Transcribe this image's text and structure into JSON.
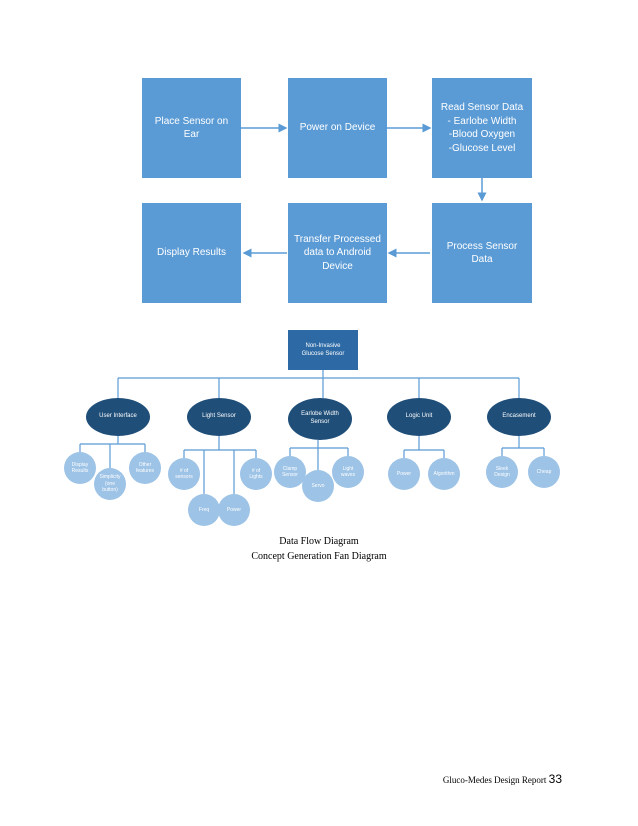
{
  "flow": {
    "place_sensor": "Place Sensor on Ear",
    "power_on": "Power on Device",
    "read_sensor": "Read Sensor Data\n- Earlobe Width\n-Blood Oxygen\n-Glucose Level",
    "display_results": "Display Results",
    "transfer": "Transfer Processed\ndata to Android\nDevice",
    "process": "Process Sensor Data"
  },
  "fan": {
    "root": "Non-Invasive\nGlucose Sensor",
    "categories": {
      "user_interface": {
        "label": "User Interface",
        "children": [
          "Display\nResults",
          "Simplicity\n(one\nbutton)",
          "Other\nfeatures"
        ]
      },
      "light_sensor": {
        "label": "Light Sensor",
        "children": [
          "# of\nsensors",
          "Freq",
          "Power",
          "# of\nLights"
        ]
      },
      "earlobe_width": {
        "label": "Earlobe Width\nSensor",
        "children": [
          "Clamp\nSensor",
          "Servo",
          "Light\nwaves"
        ]
      },
      "logic_unit": {
        "label": "Logic Unit",
        "children": [
          "Power",
          "Algorithm"
        ]
      },
      "encasement": {
        "label": "Encasement",
        "children": [
          "Sleek\nDesign",
          "Cheap"
        ]
      }
    }
  },
  "captions": {
    "data_flow": "Data Flow Diagram",
    "concept_fan": "Concept Generation Fan Diagram"
  },
  "footer": {
    "report": "Gluco-Medes Design Report",
    "page_number": "33"
  },
  "colors": {
    "flow_box": "#5b9bd5",
    "root_box": "#2d6aa5",
    "category": "#1f4e79",
    "leaf": "#9dc3e6",
    "connector": "#5b9bd5"
  }
}
